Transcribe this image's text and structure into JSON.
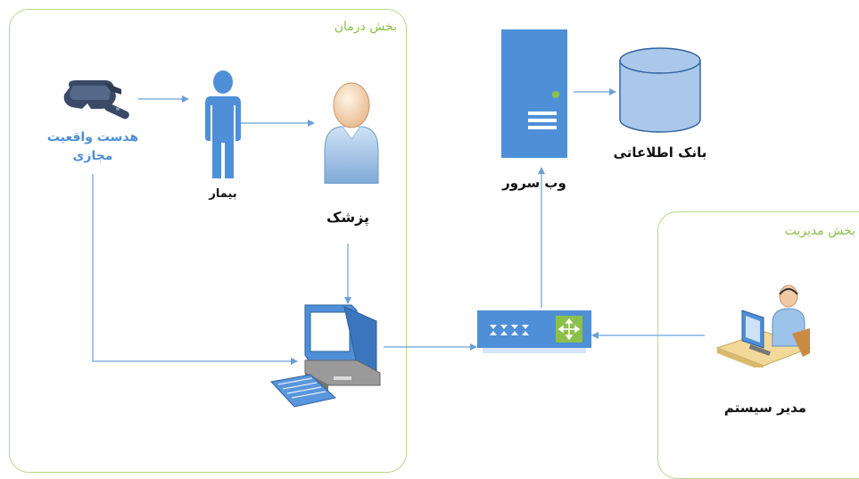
{
  "zones": {
    "treatment_title": "بخش درمان",
    "management_title": "بخش مدیریت"
  },
  "nodes": {
    "vr_headset": {
      "label_line1": "هدست واقعیت",
      "label_line2": "مجازی"
    },
    "patient": {
      "label": "بیمار"
    },
    "doctor": {
      "label": "پزشک"
    },
    "web_server": {
      "label": "وب سرور"
    },
    "database": {
      "label": "بانک اطلاعاتی"
    },
    "admin": {
      "label": "مدیر سیستم"
    }
  },
  "colors": {
    "zone_border": "#b5d78a",
    "zone_title": "#8cc04b",
    "arrow": "#6a9fd8",
    "icon_blue": "#4f8fd8",
    "vr_label": "#4d8fd6"
  }
}
